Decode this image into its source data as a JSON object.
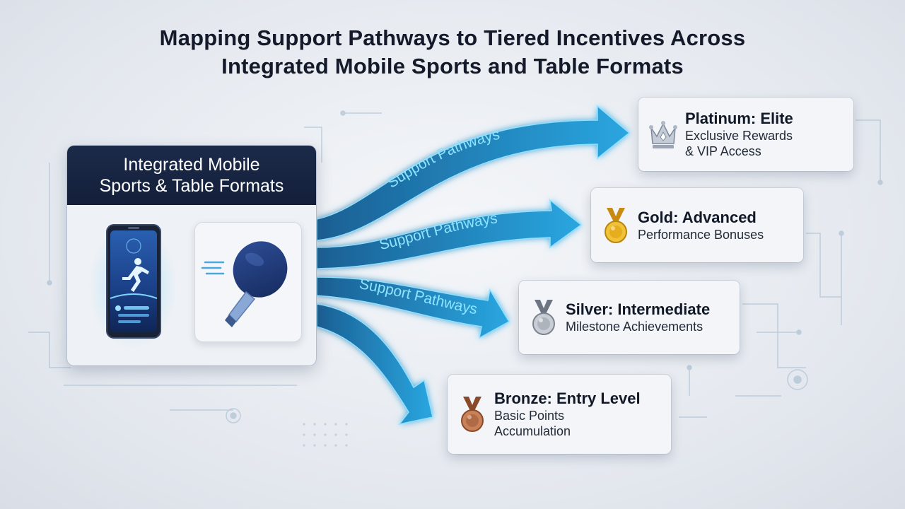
{
  "title": {
    "line1": "Mapping Support Pathways to Tiered Incentives Across",
    "line2": "Integrated Mobile Sports and Table Formats"
  },
  "source": {
    "line1": "Integrated Mobile",
    "line2": "Sports & Table Formats",
    "icons": [
      "mobile-phone-icon",
      "running-figure-icon",
      "table-tennis-racket-icon"
    ]
  },
  "pathways": [
    {
      "label": "Support Pathways",
      "target": "platinum"
    },
    {
      "label": "Support Pathways",
      "target": "gold"
    },
    {
      "label": "Support Pathways",
      "target": "silver"
    },
    {
      "label": "",
      "target": "bronze"
    }
  ],
  "tiers": [
    {
      "id": "platinum",
      "name": "Platinum: Elite",
      "desc_line1": "Exclusive Rewards",
      "desc_line2": "& VIP Access",
      "icon": "crown-icon",
      "color": "#9aa6b8"
    },
    {
      "id": "gold",
      "name": "Gold: Advanced",
      "desc_line1": "Performance Bonuses",
      "desc_line2": "",
      "icon": "gold-medal-icon",
      "color": "#e0a91a"
    },
    {
      "id": "silver",
      "name": "Silver: Intermediate",
      "desc_line1": "Milestone Achievements",
      "desc_line2": "",
      "icon": "silver-medal-icon",
      "color": "#9ea4ad"
    },
    {
      "id": "bronze",
      "name": "Bronze: Entry Level",
      "desc_line1": "Basic Points",
      "desc_line2": "Accumulation",
      "icon": "bronze-medal-icon",
      "color": "#b06a45"
    }
  ],
  "colors": {
    "arrow": "#1f8fd0",
    "arrow_glow": "#7fd6ff",
    "header": "#16233f",
    "title": "#141a2a"
  }
}
